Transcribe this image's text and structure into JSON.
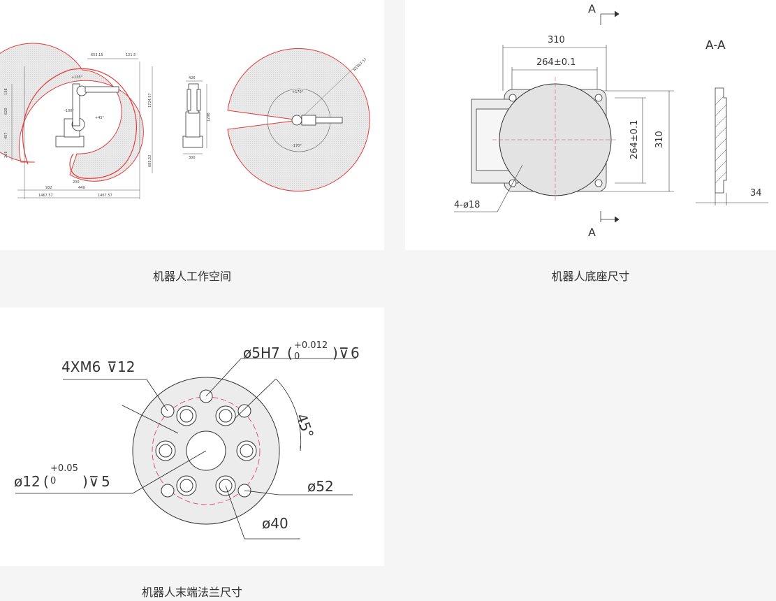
{
  "panels": [
    {
      "caption": "机器人工作空间"
    },
    {
      "caption": "机器人底座尺寸"
    },
    {
      "caption": "机器人末端法兰尺寸"
    }
  ],
  "workspace": {
    "top_dims": [
      "653.15",
      "121.5"
    ],
    "left_dims": [
      "138",
      "620",
      "457",
      "265"
    ],
    "right_dims": [
      "1724.57",
      "685.52"
    ],
    "bottom_dims": [
      "932",
      "200",
      "449",
      "1467.57",
      "1467.57"
    ],
    "angles": [
      "+135°",
      "-100°",
      "+45°"
    ],
    "side_dims": [
      "426",
      "1298",
      "300"
    ],
    "top_view_radius": "R1467.57",
    "top_view_angles": [
      "+170°",
      "-170°"
    ]
  },
  "base": {
    "section_letter": "A",
    "section_label": "A-A",
    "width": "310",
    "hole_spacing": "264±0.1",
    "height": "310",
    "hole_spacing_v": "264±0.1",
    "holes": "4-ø18",
    "thickness": "34"
  },
  "flange": {
    "threads": "4XM6",
    "threads_depth": "12",
    "pin": "ø5H7",
    "pin_tol_upper": "+0.012",
    "pin_tol_lower": "0",
    "pin_depth": "6",
    "angle": "45°",
    "bore": "ø12",
    "bore_tol_upper": "+0.05",
    "bore_tol_lower": "0",
    "bore_depth": "5",
    "pcd_outer": "ø52",
    "pcd_inner": "ø40"
  },
  "colors": {
    "background": "#f5f5f5",
    "card": "#ffffff",
    "line": "#333333",
    "envelope_red": "#e23b3b",
    "center_line_magenta": "#d6336c",
    "fill_gray": "#e8e8e8"
  }
}
